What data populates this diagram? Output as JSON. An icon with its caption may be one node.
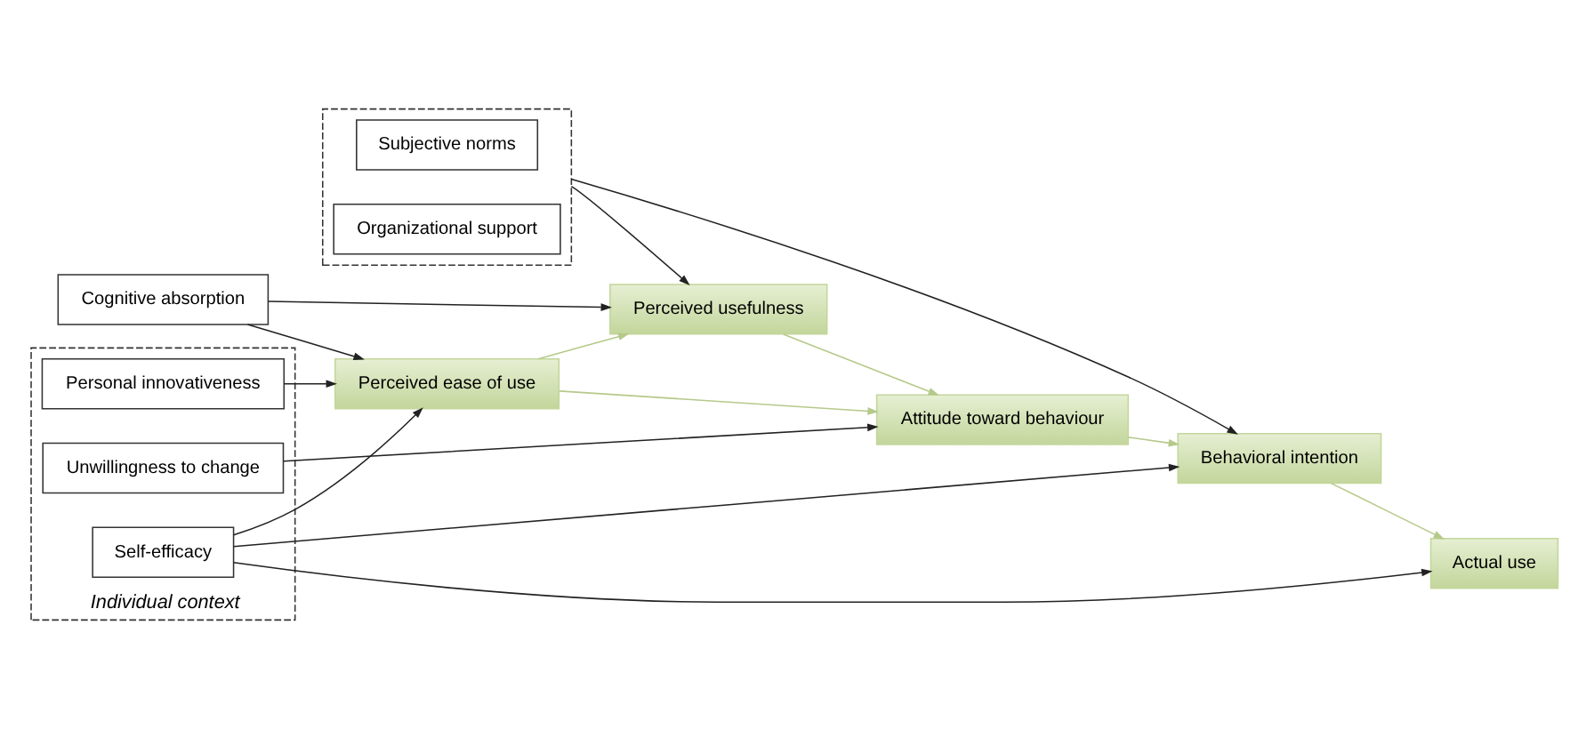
{
  "diagram": {
    "nodes": [
      {
        "text": [],
        "shape": "box"
      },
      {
        "text": [
          "Subjective norms"
        ],
        "in": 0
      },
      {
        "text": [
          "Organizational support"
        ],
        "in": 0
      },
      {
        "text": [
          "Cognitive absorption"
        ]
      },
      {
        "text": [
          "Perceived usefulness"
        ]
      },
      {
        "text": [
          "Perceived ease of use"
        ]
      },
      {
        "text": [
          "Attitude toward behaviour"
        ]
      },
      {
        "text": [
          "Behavioral intention"
        ]
      },
      {
        "text": [
          "Actual use"
        ]
      },
      {
        "text": [
          "Individual context"
        ]
      },
      {
        "text": [
          "Personal innovativeness"
        ],
        "in": 9
      },
      {
        "text": [
          "Unwillingness to change"
        ],
        "in": 9
      },
      {
        "text": [
          "Self-efficacy"
        ],
        "in": 9
      }
    ],
    "edges": [
      {
        "from": 0,
        "to": 4,
        "arrow": "to"
      },
      {
        "from": 0,
        "to": 7,
        "arrow": "to"
      },
      {
        "from": 3,
        "to": 4,
        "arrow": "to"
      },
      {
        "from": 3,
        "to": 5,
        "arrow": "to"
      },
      {
        "from": 5,
        "to": 4,
        "arrow": "to",
        "color": "#b5c98a"
      },
      {
        "from": 4,
        "to": 6,
        "arrow": "to",
        "color": "#b5c98a"
      },
      {
        "from": 5,
        "to": 6,
        "arrow": "to",
        "color": "#b5c98a"
      },
      {
        "from": 6,
        "to": 7,
        "arrow": "to",
        "color": "#b5c98a"
      },
      {
        "from": 7,
        "to": 8,
        "arrow": "to",
        "color": "#b5c98a"
      },
      {
        "from": 10,
        "to": 5,
        "arrow": "to"
      },
      {
        "from": 11,
        "to": 6,
        "arrow": "to"
      },
      {
        "from": 12,
        "to": 7,
        "arrow": "to"
      },
      {
        "from": 12,
        "to": 5,
        "arrow": "to"
      },
      {
        "from": 12,
        "to": 8,
        "arrow": "to"
      }
    ]
  }
}
